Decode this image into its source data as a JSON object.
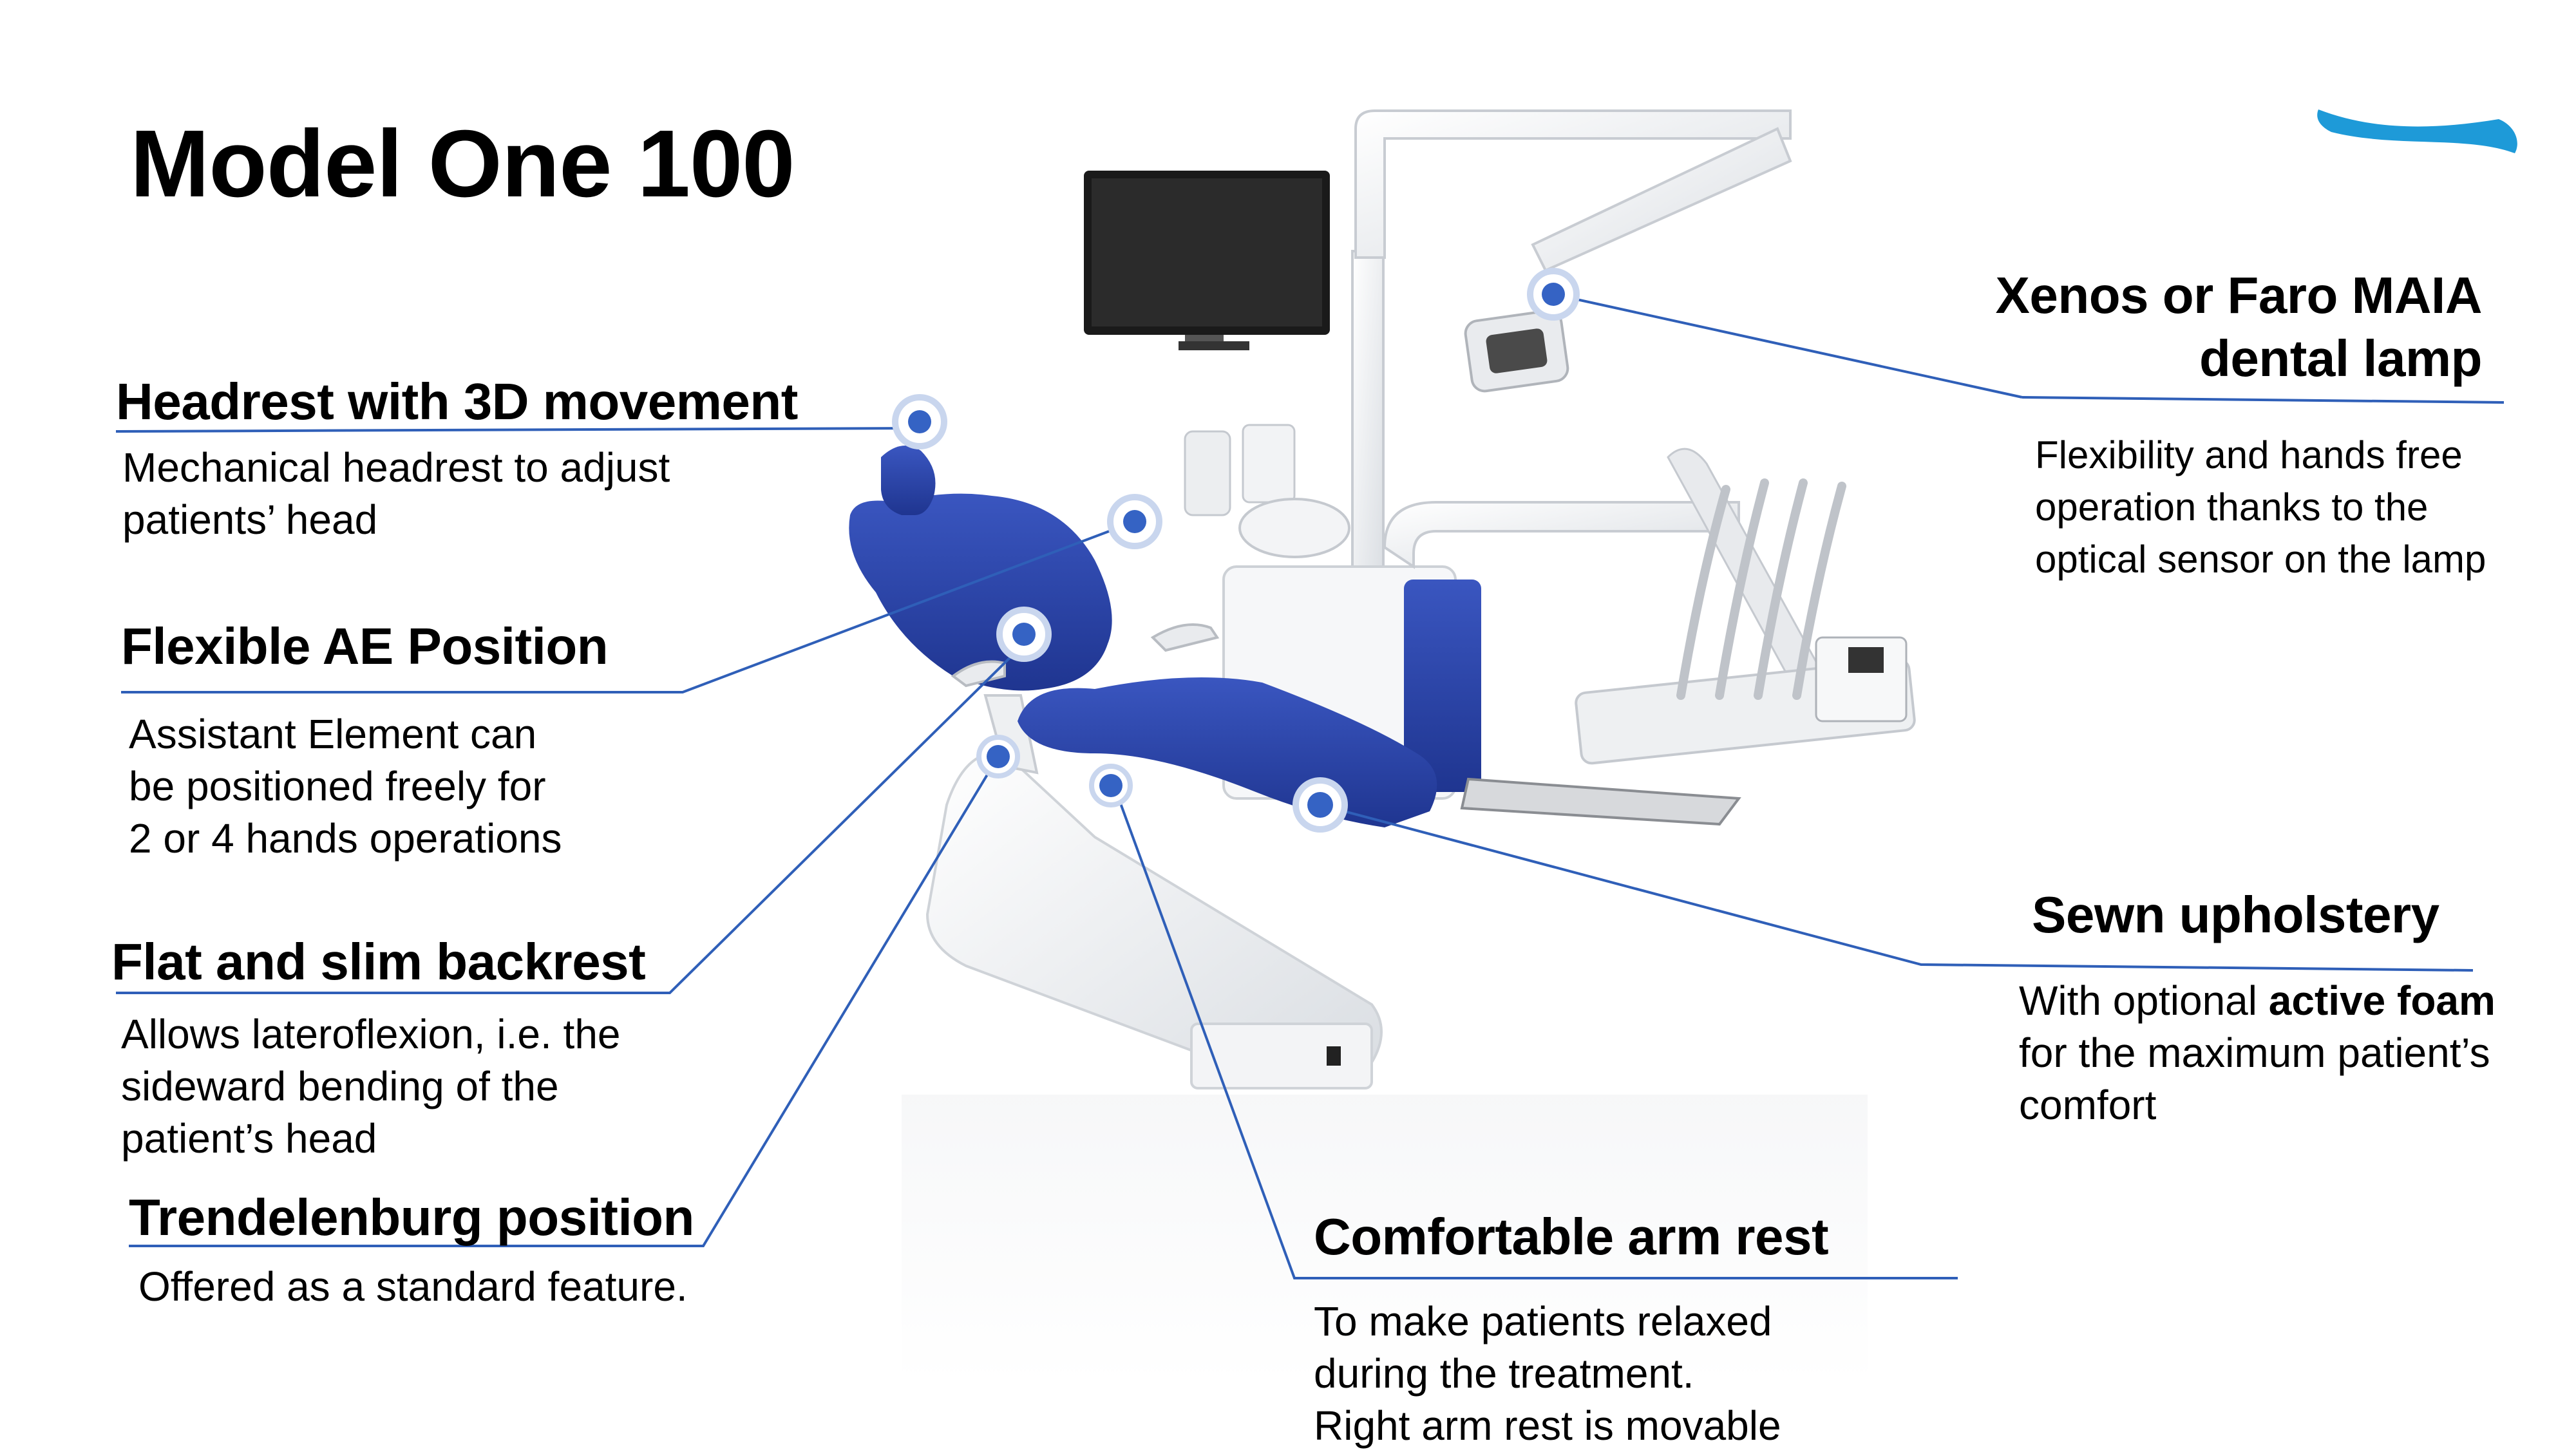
{
  "title": "Model One 100",
  "colors": {
    "accent": "#2f5fb8",
    "upholstery": "#2a44a8",
    "logo": "#1e9ad8",
    "frame": "#eef0f2"
  },
  "logo": {
    "icon": "wave-swoosh-logo"
  },
  "features": {
    "headrest": {
      "title": "Headrest with 3D movement",
      "lines": [
        "Mechanical headrest to adjust",
        "patients’ head"
      ]
    },
    "flexible_ae": {
      "title": "Flexible AE Position",
      "lines": [
        "Assistant Element can",
        "be positioned freely for",
        "2 or 4 hands operations"
      ]
    },
    "backrest": {
      "title": "Flat and slim backrest",
      "lines": [
        "Allows lateroflexion, i.e. the",
        "sideward bending of the",
        "patient’s head"
      ]
    },
    "trendelenburg": {
      "title": "Trendelenburg position",
      "lines": [
        "Offered as a standard feature."
      ]
    },
    "lamp": {
      "title_lines": [
        "Xenos or Faro MAIA",
        "dental lamp"
      ],
      "lines": [
        "Flexibility and hands free",
        "operation thanks to the",
        "optical sensor on the lamp"
      ]
    },
    "upholstery": {
      "title": "Sewn upholstery",
      "line1_prefix": "With optional ",
      "line1_bold": "active foam",
      "lines": [
        "for the maximum patient’s",
        "comfort"
      ]
    },
    "armrest": {
      "title": "Comfortable arm rest",
      "lines": [
        "To make patients relaxed",
        "during the treatment.",
        "Right arm rest is movable"
      ]
    }
  }
}
